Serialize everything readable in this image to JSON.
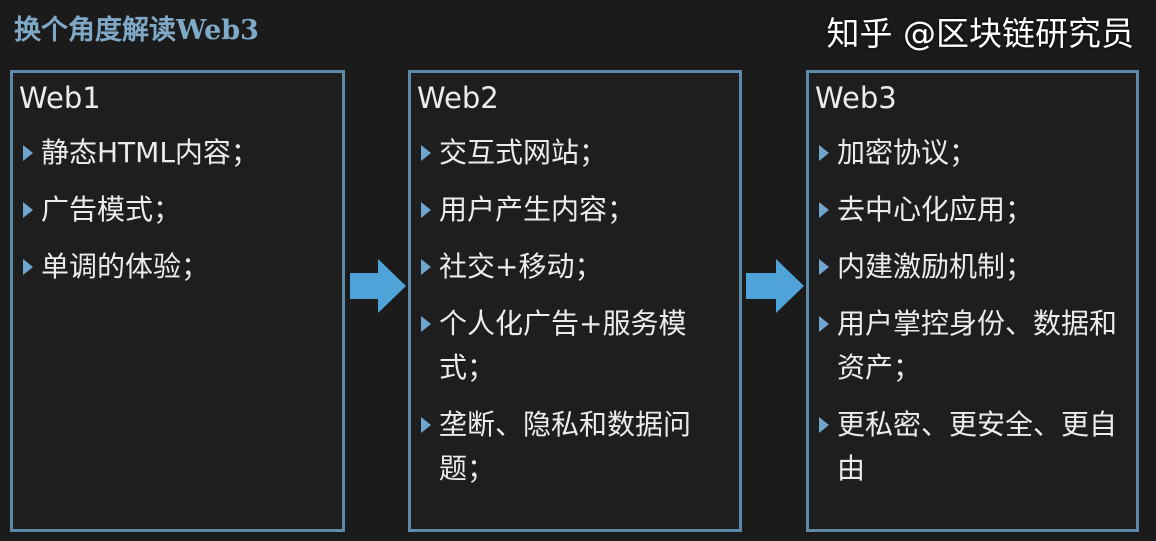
{
  "title": "换个角度解读Web3",
  "columns": [
    {
      "heading": "Web1",
      "items": [
        "静态HTML内容；",
        "广告模式；",
        "单调的体验；"
      ]
    },
    {
      "heading": "Web2",
      "items": [
        "交互式网站；",
        "用户产生内容；",
        "社交+移动；",
        "个人化广告+服务模式；",
        "垄断、隐私和数据问题；"
      ]
    },
    {
      "heading": "Web3",
      "items": [
        "加密协议；",
        "去中心化应用；",
        "内建激励机制；",
        "用户掌控身份、数据和资产；",
        "更私密、更安全、更自由"
      ]
    }
  ],
  "watermark": "知乎 @区块链研究员",
  "colors": {
    "border": "#5d8aa8",
    "arrow": "#4fa3d9",
    "title": "#7fa9c6",
    "background": "#1b1b1c"
  }
}
